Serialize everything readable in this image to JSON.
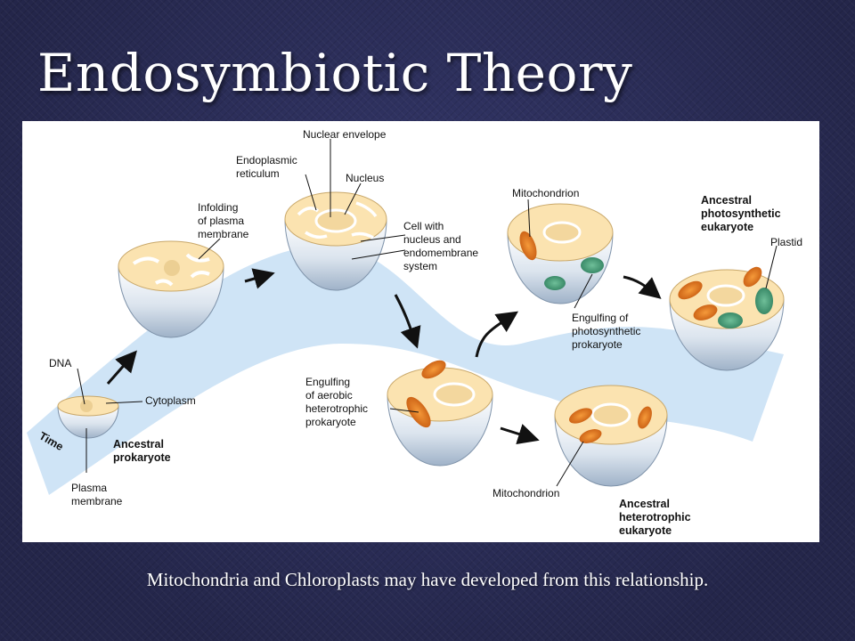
{
  "slide": {
    "title": "Endosymbiotic Theory",
    "caption": "Mitochondria and Chloroplasts may have developed from this relationship."
  },
  "diagram": {
    "time_label": "Time",
    "labels": {
      "dna": "DNA",
      "cytoplasm": "Cytoplasm",
      "plasma_membrane": [
        "Plasma",
        "membrane"
      ],
      "ancestral_prokaryote": [
        "Ancestral",
        "prokaryote"
      ],
      "infolding": [
        "Infolding",
        "of plasma",
        "membrane"
      ],
      "endoplasmic_reticulum": [
        "Endoplasmic",
        "reticulum"
      ],
      "nuclear_envelope": "Nuclear envelope",
      "nucleus": "Nucleus",
      "cell_with_nucleus": [
        "Cell with",
        "nucleus and",
        "endomembrane",
        "system"
      ],
      "mitochondrion_top": "Mitochondrion",
      "engulfing_photosynthetic": [
        "Engulfing of",
        "photosynthetic",
        "prokaryote"
      ],
      "ancestral_photosynthetic": [
        "Ancestral",
        "photosynthetic",
        "eukaryote"
      ],
      "plastid": "Plastid",
      "engulfing_aerobic": [
        "Engulfing",
        "of aerobic",
        "heterotrophic",
        "prokaryote"
      ],
      "mitochondrion_bottom": "Mitochondrion",
      "ancestral_heterotrophic": [
        "Ancestral",
        "heterotrophic",
        "eukaryote"
      ]
    }
  }
}
